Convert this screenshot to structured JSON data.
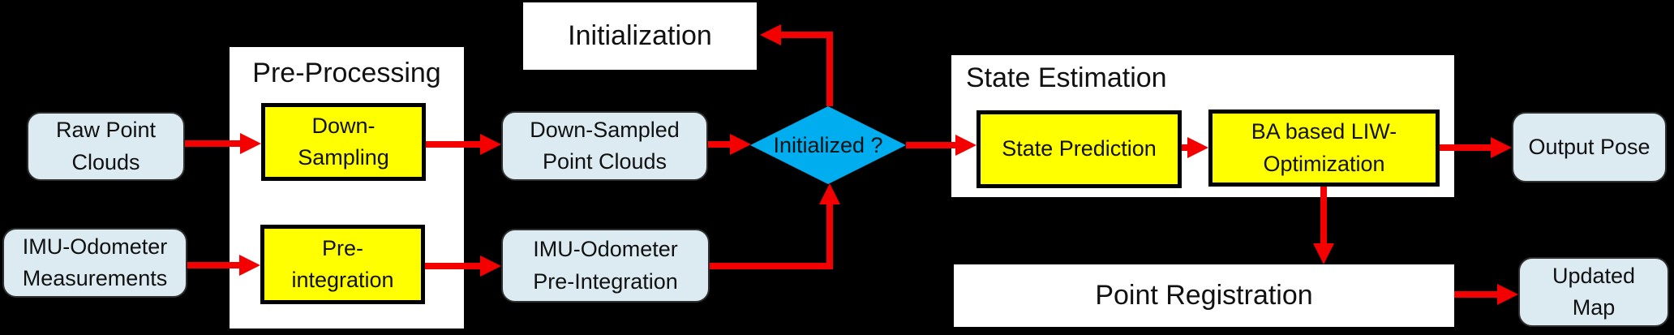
{
  "colors": {
    "background": "#000000",
    "box_yellow": "#FFFF00",
    "box_lightblue": "#DCEBF2",
    "box_white": "#FFFFFF",
    "diamond_blue": "#00AEEF",
    "arrow_red": "#F40000",
    "text": "#111111"
  },
  "nodes": {
    "raw_point_clouds": {
      "label": "Raw Point\nClouds"
    },
    "imu_odometer_measurements": {
      "label": "IMU-Odometer\nMeasurements"
    },
    "pre_processing": {
      "title": "Pre-Processing"
    },
    "down_sampling": {
      "label": "Down-\nSampling"
    },
    "pre_integration": {
      "label": "Pre-\nintegration"
    },
    "down_sampled_point_clouds": {
      "label": "Down-Sampled\nPoint Clouds"
    },
    "imu_odometer_pre_integration": {
      "label": "IMU-Odometer\nPre-Integration"
    },
    "initialization": {
      "label": "Initialization"
    },
    "initialized_decision": {
      "label": "Initialized ?"
    },
    "state_estimation": {
      "title": "State Estimation"
    },
    "state_prediction": {
      "label": "State Prediction"
    },
    "ba_based_liw_optimization": {
      "label": "BA based LIW-\nOptimization"
    },
    "output_pose": {
      "label": "Output Pose"
    },
    "point_registration": {
      "label": "Point Registration"
    },
    "updated_map": {
      "label": "Updated\nMap"
    }
  }
}
